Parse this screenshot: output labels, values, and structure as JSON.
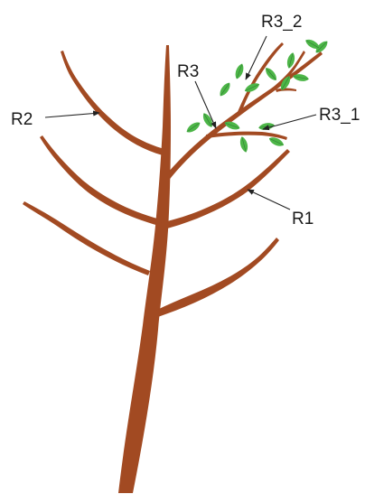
{
  "colors": {
    "branch": "#A24A22",
    "leaf": "#4DB648",
    "leaf_vein": "#2E7D32",
    "label_text": "#1a1a1a",
    "pointer": "#222222",
    "background": "#ffffff"
  },
  "labels": {
    "r1": "R1",
    "r2": "R2",
    "r3": "R3",
    "r3_1": "R3_1",
    "r3_2": "R3_2"
  }
}
